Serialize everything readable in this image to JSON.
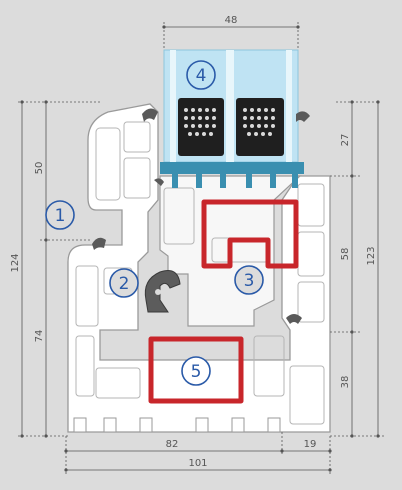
{
  "dimensions": {
    "glass_width": "48",
    "top_sash": "27",
    "frame_upper": "50",
    "frame_total": "124",
    "frame_lower": "74",
    "sash_mid": "58",
    "sash_total": "123",
    "sash_bottom": "38",
    "bottom_inner": "82",
    "bottom_right": "19",
    "bottom_total": "101"
  },
  "callouts": [
    "1",
    "2",
    "3",
    "4",
    "5"
  ],
  "colors": {
    "background": "#dcdcdc",
    "profile": "#ffffff",
    "profile_outline": "#9a9a9a",
    "glass": "#bfe3f3",
    "spacer": "#1f1f1f",
    "steel_reinforcement": "#c8262b",
    "glazing_bead": "#3a8fb0",
    "gasket": "#5a5a5a",
    "callout": "#2a5aa8"
  }
}
